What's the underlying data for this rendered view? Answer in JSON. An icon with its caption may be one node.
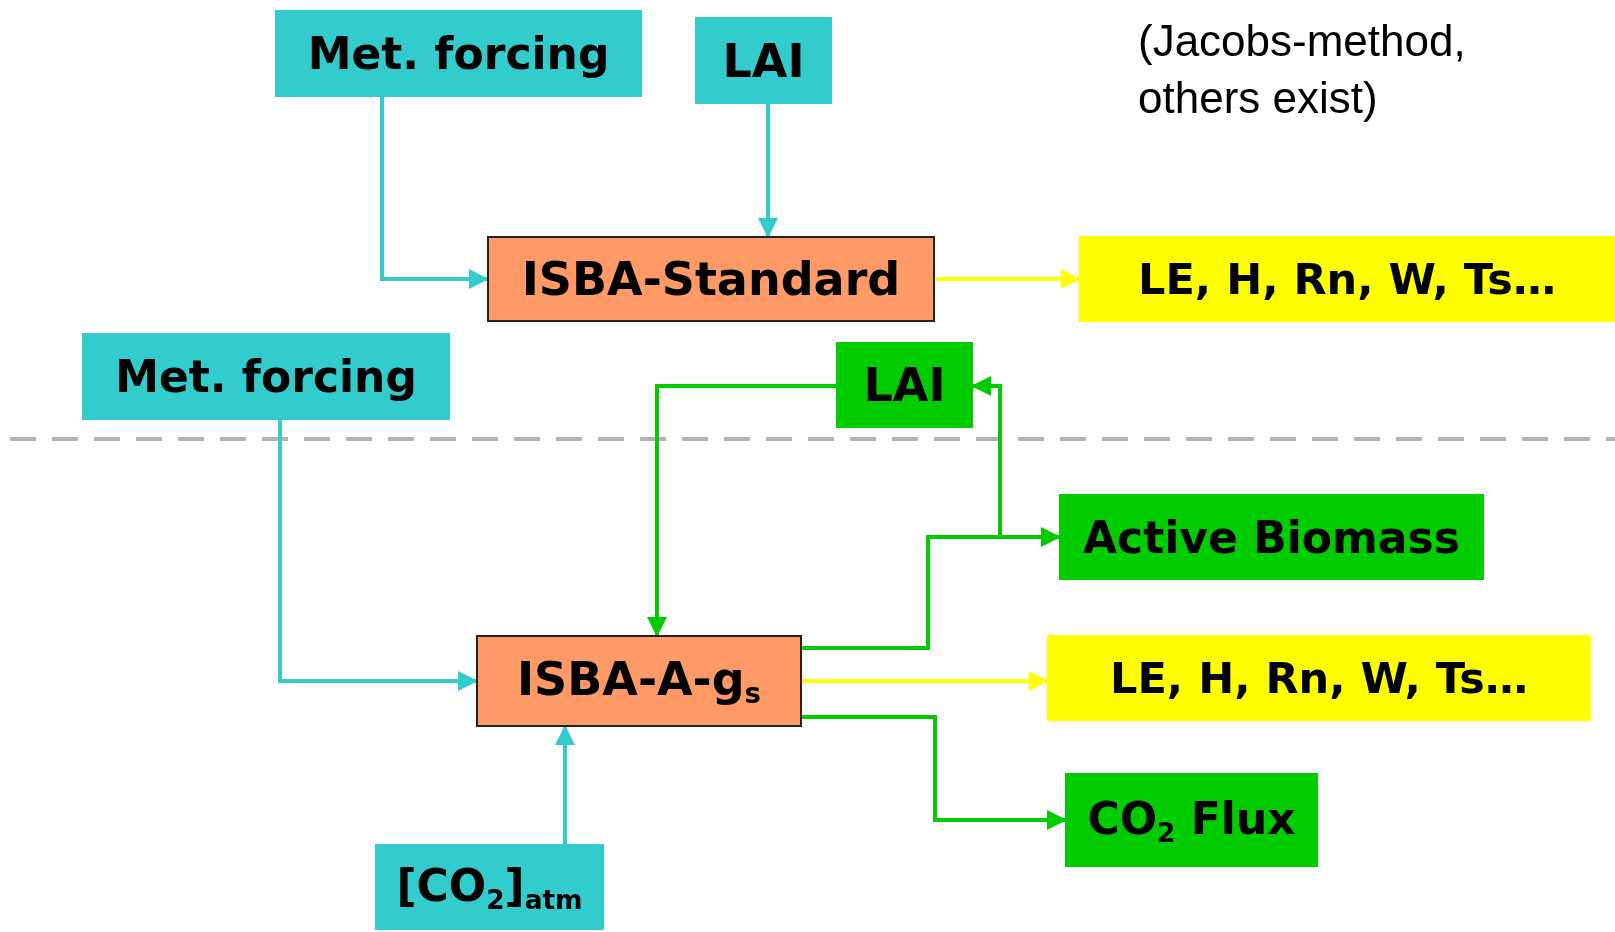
{
  "diagram": {
    "nodes": [
      {
        "text": [
          "Met. forcing"
        ]
      },
      {
        "text": [
          "LAI"
        ]
      },
      {
        "text": [
          "ISBA-Standard"
        ]
      },
      {
        "text": [
          "LE, H, Rn, W, Ts…"
        ]
      },
      {
        "text": [
          "Met. forcing"
        ]
      },
      {
        "text": [
          "LAI"
        ]
      },
      {
        "text": [
          "ISBA-A-g$_{s}$"
        ]
      },
      {
        "text": [
          "Active Biomass"
        ]
      },
      {
        "text": [
          "LE, H, Rn, W, Ts…"
        ]
      },
      {
        "text": [
          "CO$_{2}$ Flux"
        ]
      },
      {
        "text": [
          "[CO$_{2}$]$_{atm}$"
        ]
      }
    ],
    "edges": [
      {
        "from": 0,
        "to": 2,
        "arrow": "to",
        "color": "#33cccc"
      },
      {
        "from": 1,
        "to": 2,
        "arrow": "to",
        "color": "#33cccc"
      },
      {
        "from": 2,
        "to": 3,
        "arrow": "to",
        "color": "#ffff00"
      },
      {
        "from": 4,
        "to": 6,
        "arrow": "to",
        "color": "#33cccc"
      },
      {
        "from": 5,
        "to": 6,
        "arrow": "to",
        "color": "#00cc00"
      },
      {
        "from": 6,
        "to": 7,
        "arrow": "to",
        "color": "#00cc00"
      },
      {
        "from": 6,
        "to": 5,
        "arrow": "to",
        "color": "#00cc00"
      },
      {
        "from": 6,
        "to": 8,
        "arrow": "to",
        "color": "#ffff00"
      },
      {
        "from": 6,
        "to": 9,
        "arrow": "to",
        "color": "#00cc00"
      },
      {
        "from": 10,
        "to": 6,
        "arrow": "to",
        "color": "#33cccc"
      }
    ],
    "labels": [
      "(Jacobs-method, others exist)"
    ]
  }
}
